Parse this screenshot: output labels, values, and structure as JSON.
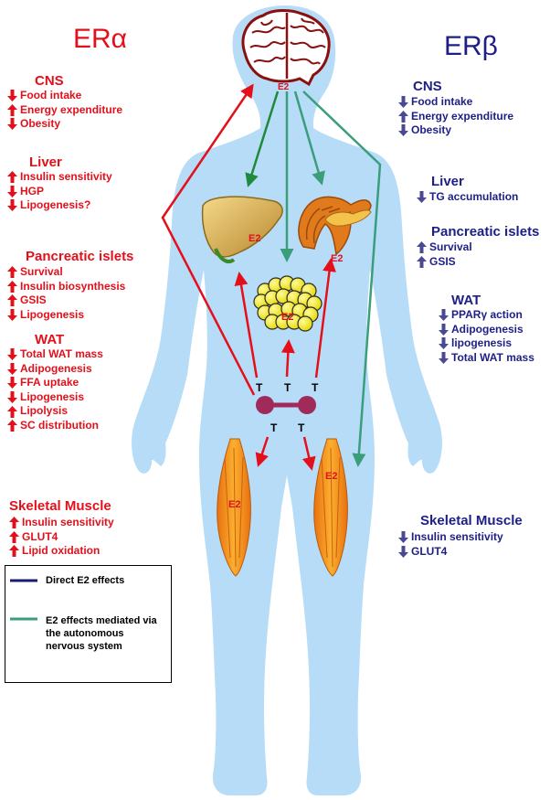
{
  "left": {
    "title": "ERα",
    "sections": [
      {
        "name": "CNS",
        "items": [
          {
            "dir": "down",
            "text": "Food intake"
          },
          {
            "dir": "up",
            "text": "Energy expenditure"
          },
          {
            "dir": "down",
            "text": "Obesity"
          }
        ]
      },
      {
        "name": "Liver",
        "items": [
          {
            "dir": "up",
            "text": "Insulin sensitivity"
          },
          {
            "dir": "down",
            "text": "HGP"
          },
          {
            "dir": "down",
            "text": "Lipogenesis?"
          }
        ]
      },
      {
        "name": "Pancreatic islets",
        "items": [
          {
            "dir": "up",
            "text": "Survival"
          },
          {
            "dir": "up",
            "text": "Insulin biosynthesis"
          },
          {
            "dir": "up",
            "text": "GSIS"
          },
          {
            "dir": "down",
            "text": "Lipogenesis"
          }
        ]
      },
      {
        "name": "WAT",
        "items": [
          {
            "dir": "down",
            "text": "Total WAT mass"
          },
          {
            "dir": "down",
            "text": "Adipogenesis"
          },
          {
            "dir": "down",
            "text": "FFA uptake"
          },
          {
            "dir": "down",
            "text": "Lipogenesis"
          },
          {
            "dir": "up",
            "text": "Lipolysis"
          },
          {
            "dir": "up",
            "text": "SC distribution"
          }
        ]
      },
      {
        "name": "Skeletal Muscle",
        "items": [
          {
            "dir": "up",
            "text": "Insulin sensitivity"
          },
          {
            "dir": "up",
            "text": "GLUT4"
          },
          {
            "dir": "up",
            "text": "Lipid oxidation"
          }
        ]
      }
    ]
  },
  "right": {
    "title": "ERβ",
    "sections": [
      {
        "name": "CNS",
        "items": [
          {
            "dir": "down",
            "text": "Food intake"
          },
          {
            "dir": "up",
            "text": "Energy expenditure"
          },
          {
            "dir": "down",
            "text": "Obesity"
          }
        ]
      },
      {
        "name": "Liver",
        "items": [
          {
            "dir": "down",
            "text": "TG accumulation"
          }
        ]
      },
      {
        "name": "Pancreatic islets",
        "items": [
          {
            "dir": "up",
            "text": "Survival"
          },
          {
            "dir": "up",
            "text": "GSIS"
          }
        ]
      },
      {
        "name": "WAT",
        "items": [
          {
            "dir": "down",
            "text": "PPARγ action"
          },
          {
            "dir": "down",
            "text": "Adipogenesis"
          },
          {
            "dir": "down",
            "text": "lipogenesis"
          },
          {
            "dir": "down",
            "text": "Total WAT mass"
          }
        ]
      },
      {
        "name": "Skeletal Muscle",
        "items": [
          {
            "dir": "down",
            "text": "Insulin sensitivity"
          },
          {
            "dir": "down",
            "text": "GLUT4"
          }
        ]
      }
    ]
  },
  "organ_labels": {
    "brain": "E2",
    "liver": "E2",
    "pancreas": "E2",
    "adipose": "E2",
    "muscle_left": "E2",
    "muscle_right": "E2"
  },
  "gonad_labels": [
    "T",
    "T",
    "T",
    "T",
    "T"
  ],
  "legend": {
    "direct": "Direct E2 effects",
    "autonomic": "E2  effects mediated via the autonomous nervous system"
  },
  "colors": {
    "body": "#b7dcf7",
    "red": "#e3101b",
    "blue_text": "#1d1f86",
    "arrow_blue": "#4a4a92",
    "green_dark": "#1f8a3a",
    "green": "#3a9e7a",
    "navy": "#1a1a7a"
  }
}
